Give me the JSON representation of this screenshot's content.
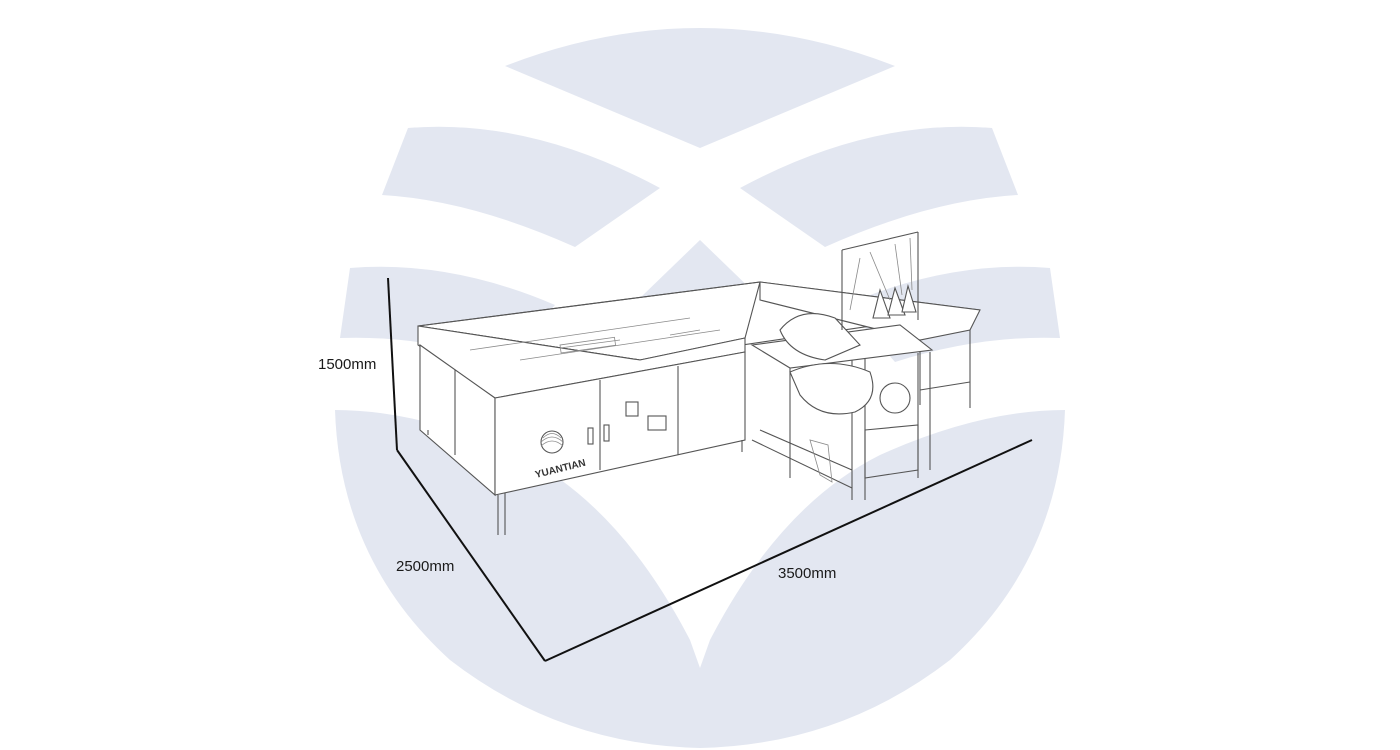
{
  "dimensions": {
    "height_label": "1500mm",
    "depth_label": "2500mm",
    "width_label": "3500mm"
  },
  "machine": {
    "brand_label": "YUANTIAN"
  },
  "colors": {
    "watermark": "#e3e7f1",
    "dimension_line": "#111111",
    "sketch": "#555555"
  },
  "icons": {
    "watermark": "yuantian-logo-watermark-icon",
    "brand": "yuantian-globe-logo-icon"
  }
}
